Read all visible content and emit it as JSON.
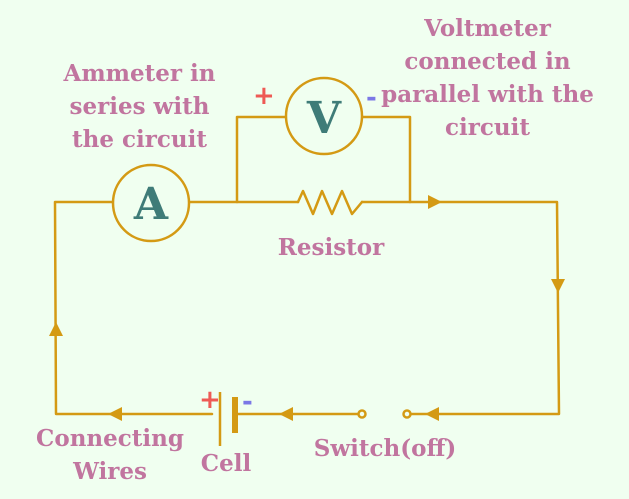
{
  "colors": {
    "background": "#f0fff0",
    "wire": "#d49a14",
    "label": "#c1759f",
    "meter_letter": "#3f7c78",
    "plus": "#ee5a55",
    "minus": "#7b78e6"
  },
  "labels": {
    "ammeter_note": "Ammeter in series with the circuit",
    "voltmeter_note": "Voltmeter connected in parallel with the circuit",
    "resistor": "Resistor",
    "connecting_wires": "Connecting Wires",
    "cell": "Cell",
    "switch": "Switch(off)"
  },
  "components": {
    "ammeter_symbol": "A",
    "voltmeter_symbol": "V",
    "plus_sign": "+",
    "minus_sign": "-"
  },
  "icons": {
    "ammeter": "ammeter-icon",
    "voltmeter": "voltmeter-icon",
    "resistor": "resistor-icon",
    "cell": "cell-icon",
    "switch": "switch-open-icon",
    "arrows": "current-direction-arrow-icon"
  }
}
